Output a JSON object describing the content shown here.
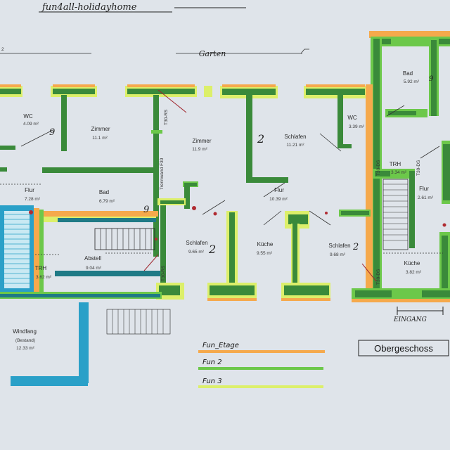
{
  "title": "fun4all-holidayhome",
  "garden": "Garten",
  "corner_mark": "2",
  "floor_label": "Obergeschoss",
  "entrance": "EINGANG",
  "wall_label": "Trennwand F30",
  "door_label": "T30-RS",
  "rooms": [
    {
      "id": "wc1",
      "name": "WC",
      "area": "4.09 m²"
    },
    {
      "id": "zimmer1",
      "name": "Zimmer",
      "area": "11.1 m²"
    },
    {
      "id": "zimmer2",
      "name": "Zimmer",
      "area": "11.9 m²"
    },
    {
      "id": "schlafen1",
      "name": "Schlafen",
      "area": "11.21 m²"
    },
    {
      "id": "wc2",
      "name": "WC",
      "area": "3.39 m²"
    },
    {
      "id": "bad2",
      "name": "Bad",
      "area": "5.92 m²"
    },
    {
      "id": "flur1",
      "name": "Flur",
      "area": "7.28 m²"
    },
    {
      "id": "bad1",
      "name": "Bad",
      "area": "6.79 m²"
    },
    {
      "id": "flur2",
      "name": "Flur",
      "area": "10.39 m²"
    },
    {
      "id": "trh2",
      "name": "TRH",
      "area": "3.34 m²"
    },
    {
      "id": "flur3",
      "name": "Flur",
      "area": "2.61 m²"
    },
    {
      "id": "trh1",
      "name": "TRH",
      "area": "3.62 m²"
    },
    {
      "id": "abstell",
      "name": "Abstell",
      "area": "9.04 m²"
    },
    {
      "id": "schlafen2",
      "name": "Schlafen",
      "area": "9.65 m²"
    },
    {
      "id": "kueche1",
      "name": "Küche",
      "area": "9.55 m²"
    },
    {
      "id": "schlafen3",
      "name": "Schlafen",
      "area": "9.68 m²"
    },
    {
      "id": "kueche2",
      "name": "Küche",
      "area": "3.82 m²"
    },
    {
      "id": "windfang",
      "name": "Windfang",
      "area": "(Bestand)\n12.33 m²"
    }
  ],
  "handwritten_marks": [
    "2",
    "2",
    "2",
    "9",
    "9",
    "9"
  ],
  "legend": [
    {
      "label": "Fun_Etage",
      "color": "#f5a94c"
    },
    {
      "label": "Fun 2",
      "color": "#6cc84a"
    },
    {
      "label": "Fun 3",
      "color": "#d8f06a"
    }
  ],
  "colors": {
    "wall_dark": "#3a8a3a",
    "wall_fun_etage": "#f5a94c",
    "wall_fun2": "#6cc84a",
    "wall_fun3": "#dcef6a",
    "stair_blue": "#2aa0c8",
    "teal": "#1f7a86"
  }
}
